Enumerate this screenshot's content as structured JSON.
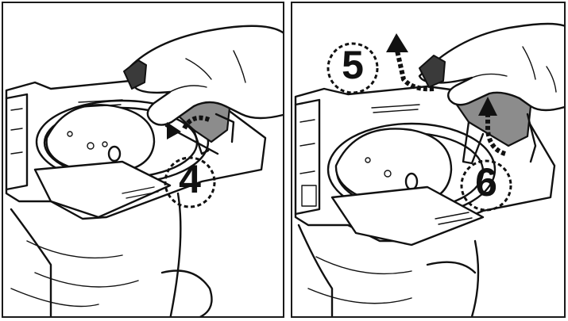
{
  "figure": {
    "panels": [
      {
        "id": "left",
        "step": "4"
      },
      {
        "id": "right",
        "steps": [
          "5",
          "6"
        ]
      }
    ],
    "colors": {
      "ink": "#111111",
      "accent_grey": "#8c8c8c",
      "background": "#ffffff"
    },
    "icons": [
      "hand-illustration",
      "up-arrow-icon",
      "rotate-arrow-icon"
    ]
  }
}
